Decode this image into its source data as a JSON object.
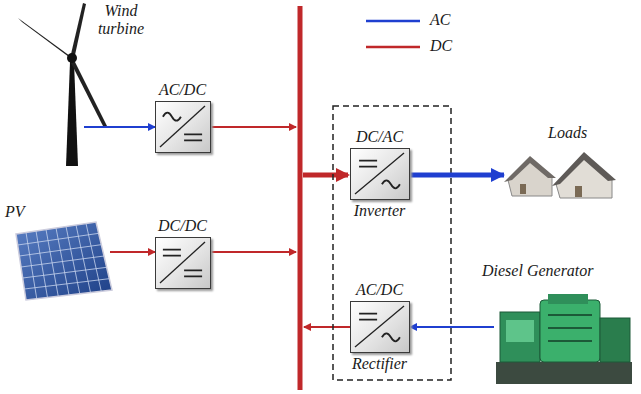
{
  "diagram": {
    "nodes": [
      {
        "text": [
          "Wind turbine"
        ]
      },
      {
        "text": [
          "AC/DC"
        ]
      },
      {
        "text": [
          "PV"
        ]
      },
      {
        "text": [
          "DC/DC"
        ]
      },
      {
        "text": [
          "DC/AC",
          "Inverter"
        ]
      },
      {
        "text": [
          "Loads"
        ]
      },
      {
        "text": [
          "AC/DC",
          "Rectifier"
        ]
      },
      {
        "text": [
          "Diesel Generator"
        ]
      }
    ],
    "edges": [
      {
        "from": 0,
        "to": 1,
        "arrow": "to"
      },
      {
        "from": 2,
        "to": 3,
        "arrow": "to"
      },
      {
        "from": 4,
        "to": 5,
        "arrow": "to"
      },
      {
        "from": 7,
        "to": 6,
        "arrow": "to"
      }
    ],
    "legend": [
      {
        "text": "AC"
      },
      {
        "text": "DC"
      }
    ]
  }
}
